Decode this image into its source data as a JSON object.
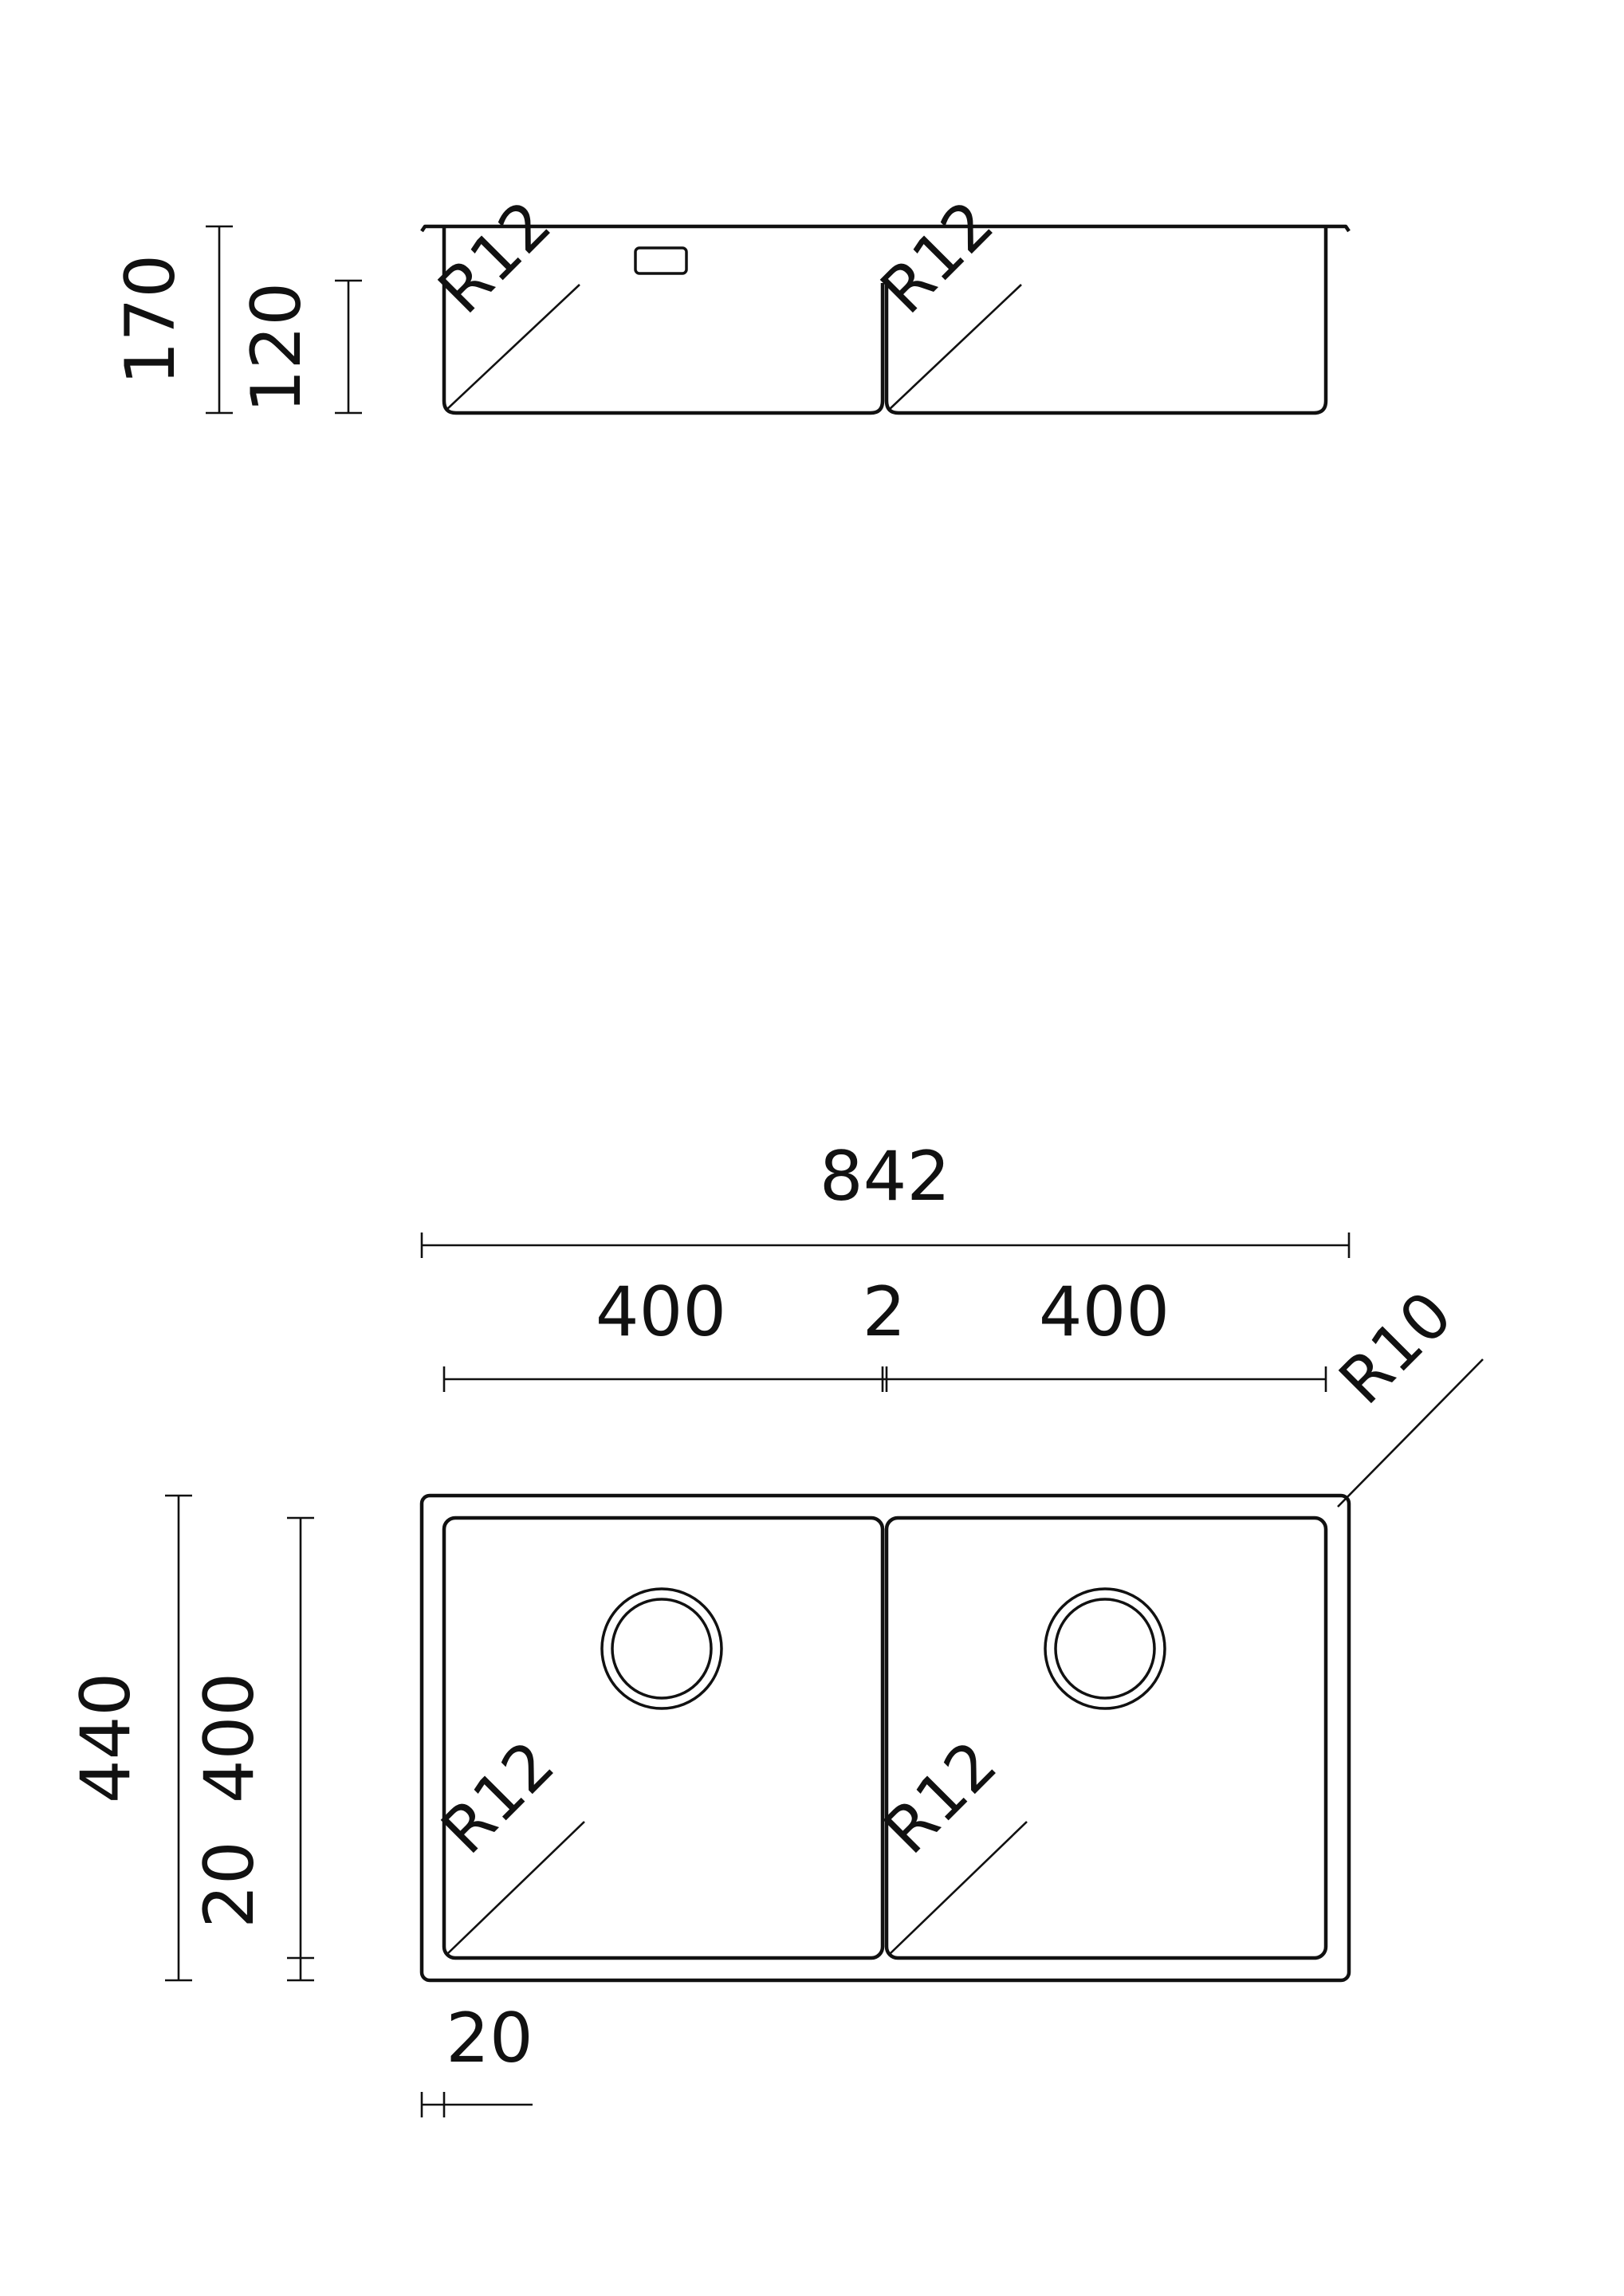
{
  "side_view": {
    "dim_overall_height": "170",
    "dim_bowl_depth": "120",
    "radius_left": "R12",
    "radius_right": "R12"
  },
  "top_view": {
    "dim_overall_width": "842",
    "dim_bowl_left_width": "400",
    "dim_divider": "2",
    "dim_bowl_right_width": "400",
    "radius_outer": "R10",
    "dim_overall_depth": "440",
    "dim_bowl_depth": "400",
    "dim_rim_bottom": "20",
    "dim_rim_left": "20",
    "radius_left": "R12",
    "radius_right": "R12"
  }
}
